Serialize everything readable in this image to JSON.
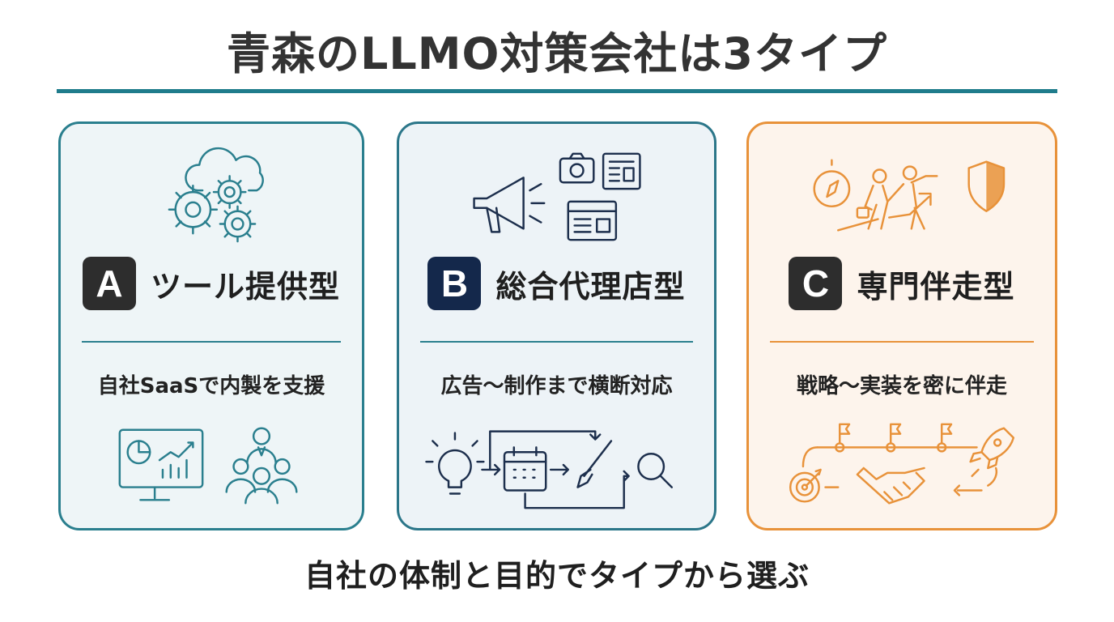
{
  "title": "青森のLLMO対策会社は3タイプ",
  "footer": "自社の体制と目的でタイプから選ぶ",
  "colors": {
    "teal": "#2a7f8e",
    "navy": "#14284b",
    "orange": "#e8923a"
  },
  "cards": [
    {
      "badge": "A",
      "heading": "ツール提供型",
      "description": "自社SaaSで内製を支援",
      "icons_top": [
        "cloud-gears-icon"
      ],
      "icons_bottom": [
        "analytics-monitor-icon",
        "team-icon"
      ]
    },
    {
      "badge": "B",
      "heading": "総合代理店型",
      "description": "広告〜制作まで横断対応",
      "icons_top": [
        "megaphone-icon",
        "camera-icon",
        "newspaper-icon",
        "web-page-icon"
      ],
      "icons_bottom": [
        "lightbulb-icon",
        "calendar-icon",
        "paintbrush-icon",
        "magnifier-icon"
      ]
    },
    {
      "badge": "C",
      "heading": "専門伴走型",
      "description": "戦略〜実装を密に伴走",
      "icons_top": [
        "compass-icon",
        "guide-people-icon",
        "shield-icon",
        "growth-arrow-icon"
      ],
      "icons_bottom": [
        "target-icon",
        "milestone-flags-icon",
        "handshake-icon",
        "rocket-icon"
      ]
    }
  ]
}
